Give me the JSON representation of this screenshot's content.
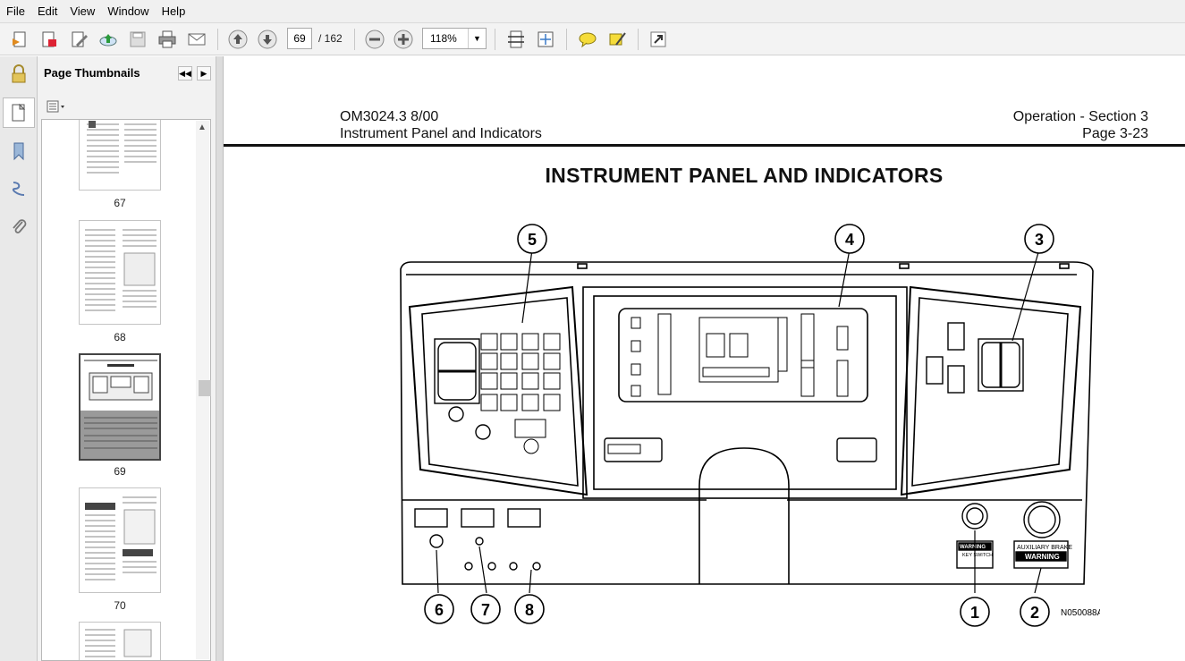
{
  "menu": [
    "File",
    "Edit",
    "View",
    "Window",
    "Help"
  ],
  "toolbar": {
    "icons": [
      "create-icon",
      "export-icon",
      "sign-icon",
      "upload-icon",
      "save-icon",
      "print-icon",
      "email-icon",
      "previous-page-icon",
      "next-page-icon",
      "zoom-out-icon",
      "zoom-in-icon",
      "fit-page-icon",
      "fit-width-icon",
      "comment-icon",
      "highlight-icon",
      "fullscreen-icon"
    ],
    "current_page": "69",
    "page_total": "/ 162",
    "zoom": "118%"
  },
  "sidebar": {
    "title": "Page Thumbnails",
    "thumbnails": [
      {
        "page": "67"
      },
      {
        "page": "68"
      },
      {
        "page": "69",
        "selected": true
      },
      {
        "page": "70"
      }
    ]
  },
  "document": {
    "header_left_1": "OM3024.3 8/00",
    "header_left_2": "Instrument Panel and Indicators",
    "header_right_1": "Operation - Section 3",
    "header_right_2": "Page 3-23",
    "title": "INSTRUMENT PANEL AND INDICATORS",
    "callouts": [
      "5",
      "4",
      "3",
      "6",
      "7",
      "8",
      "1",
      "2"
    ],
    "figure_id": "N050088A",
    "warning_labels": [
      "WARNING",
      "KEY SWITCH",
      "AUXILIARY BRAKE",
      "WARNING"
    ]
  }
}
